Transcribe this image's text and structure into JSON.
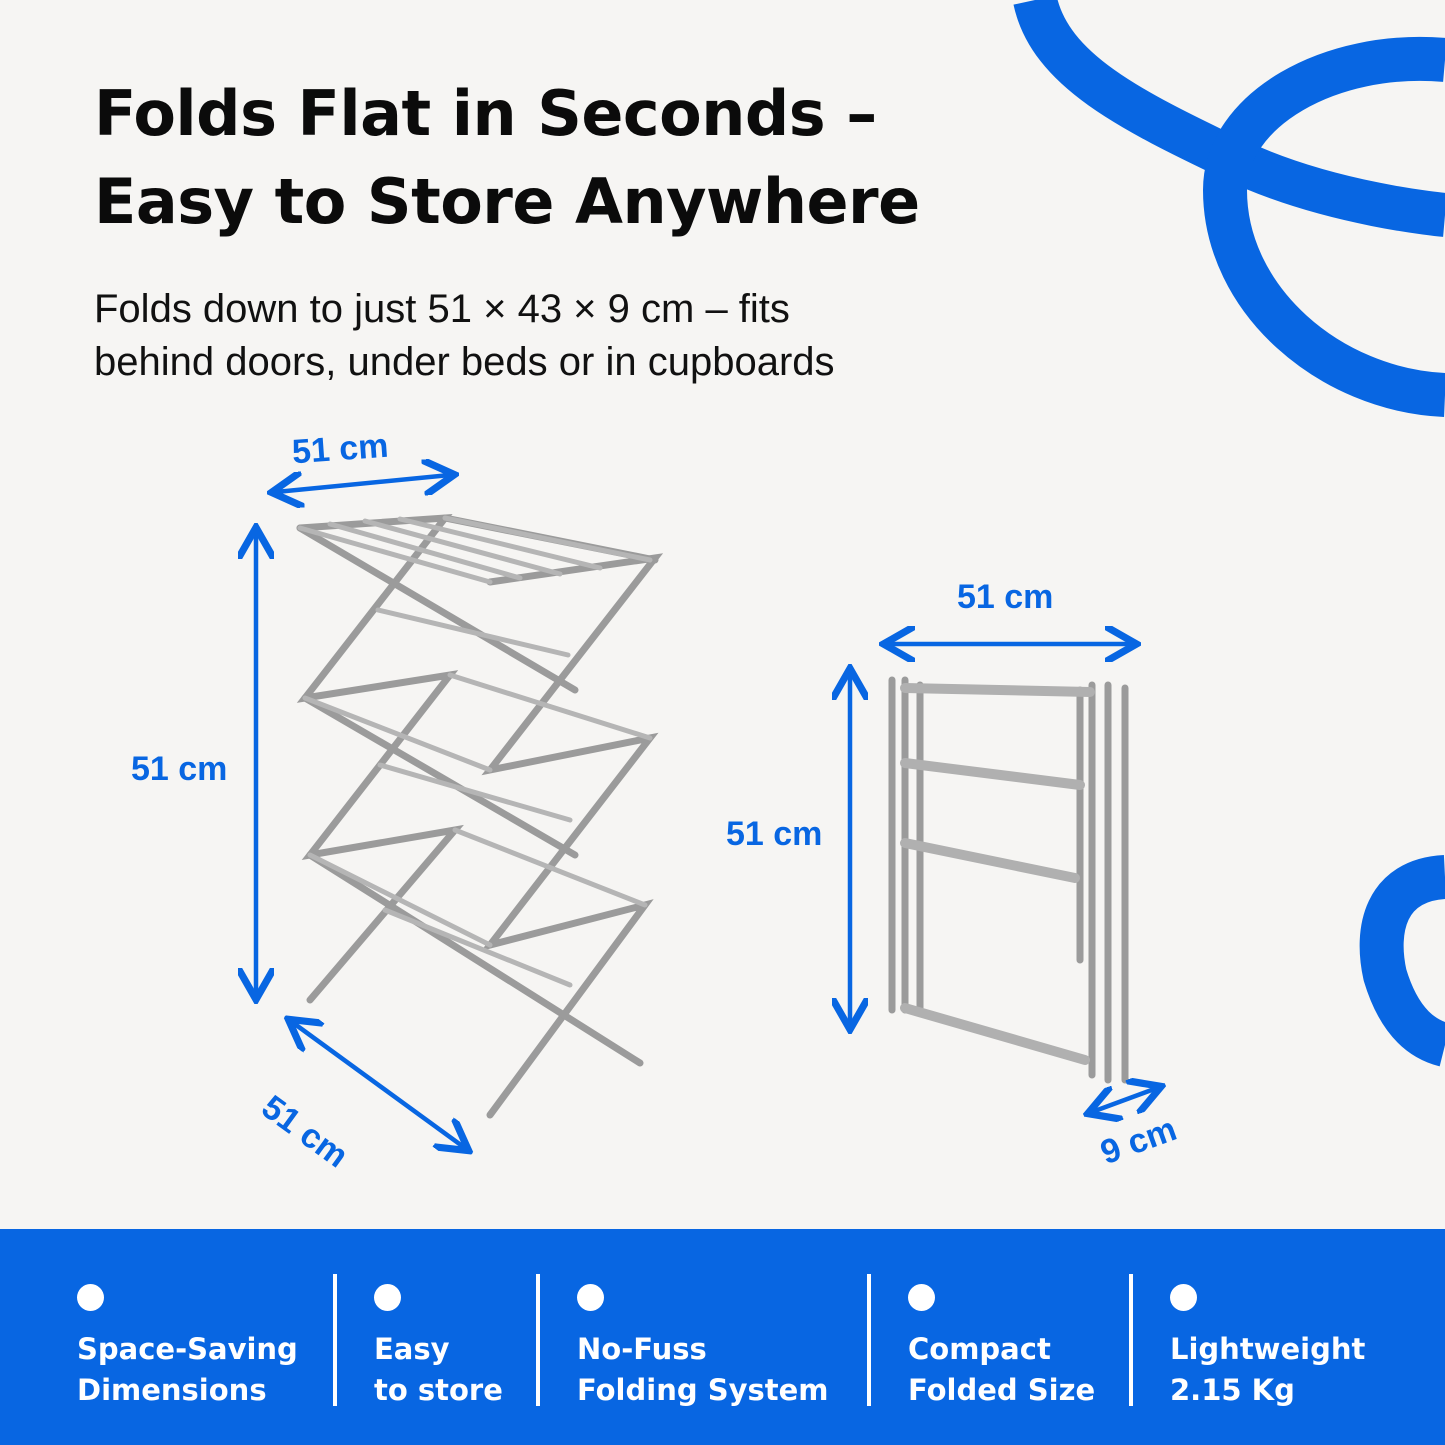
{
  "headline": {
    "line1": "Folds Flat in Seconds –",
    "line2": "Easy to Store Anywhere"
  },
  "subtitle": {
    "line1": "Folds down to just 51 × 43 × 9 cm – fits",
    "line2": "behind doors, under beds or in cupboards"
  },
  "dimensions": {
    "open_width": "51 cm",
    "open_height": "51 cm",
    "open_depth": "51 cm",
    "folded_width": "51 cm",
    "folded_height": "51 cm",
    "folded_depth": "9 cm"
  },
  "features": [
    {
      "line1": "Space-Saving",
      "line2": "Dimensions"
    },
    {
      "line1": "Easy",
      "line2": "to store"
    },
    {
      "line1": "No-Fuss",
      "line2": "Folding System"
    },
    {
      "line1": "Compact",
      "line2": "Folded Size"
    },
    {
      "line1": "Lightweight",
      "line2": "2.15 Kg"
    }
  ],
  "colors": {
    "accent_blue": "#0866e2",
    "background": "#f6f5f3",
    "frame_grey": "#9a9a9a"
  }
}
